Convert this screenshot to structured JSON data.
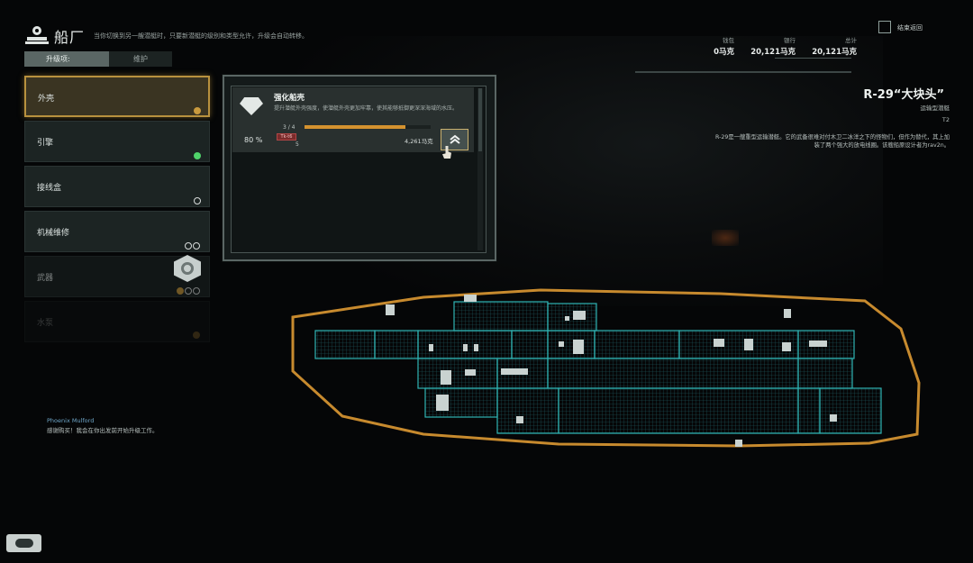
{
  "header": {
    "title": "船厂",
    "description": "当你切换到另一艘潜艇时，只要新潜艇的级别和类型允许，升级会自动转移。",
    "tabs": [
      {
        "label": "升级项:",
        "active": true
      },
      {
        "label": "维护",
        "active": false
      }
    ]
  },
  "categories": [
    {
      "label": "外壳",
      "indicator": "gold-filled",
      "state": "selected"
    },
    {
      "label": "引擎",
      "indicator": "green-filled",
      "state": "normal"
    },
    {
      "label": "接线盒",
      "indicator": "ring",
      "state": "normal"
    },
    {
      "label": "机械维修",
      "indicator": "two-rings",
      "state": "normal"
    },
    {
      "label": "武器",
      "indicator": "gold-and-rings",
      "state": "dim"
    },
    {
      "label": "水泵",
      "indicator": "gold-small",
      "state": "faded"
    }
  ],
  "upgrade": {
    "name": "强化船壳",
    "description": "提升潜艇外壳强度，使潜艇外壳更加牢靠，使其能够抵御更深深海域的水压。",
    "level": "3 / 4",
    "progress": 0.8,
    "percent": "80 %",
    "badge_label": "Tk-t6",
    "badge_count": "5",
    "price": "4,261马克",
    "button_icon": "double-chevron-up-icon"
  },
  "money": {
    "wallet_label": "钱包",
    "wallet_value": "0马克",
    "bank_label": "银行",
    "bank_value": "20,121马克",
    "total_label": "总计",
    "total_value": "20,121马克"
  },
  "exit": {
    "label": "结束返回"
  },
  "submarine": {
    "name": "R-29“大块头”",
    "class": "运输型潜艇",
    "tier": "T2",
    "description": "R-29是一艘重型运输潜艇。它的武备很难对付木卫二冰洋之下的怪物们，但作为替代，其上加装了两个强大的放电线圈。该艘船原设计者为rav2n。"
  },
  "chat": {
    "name": "Phoenix Mulford",
    "message": "感谢购买！我会在你出发前开始升级工作。"
  },
  "colors": {
    "accent_gold": "#c99a3e",
    "hull_outline": "#c78a2e",
    "room_cyan": "#2fb3b3",
    "ready_green": "#4fd36a"
  }
}
